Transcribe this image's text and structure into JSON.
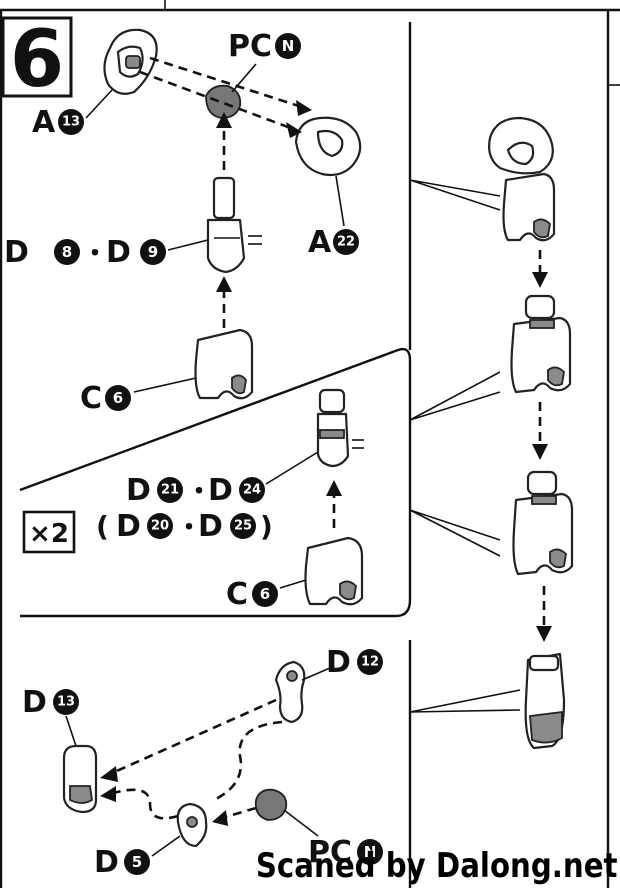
{
  "step": {
    "number": "6"
  },
  "multiplier": "×2",
  "labels": {
    "a13": {
      "prefix": "A",
      "num": "13"
    },
    "pcN_top": {
      "prefix": "PC",
      "num": "N"
    },
    "a22": {
      "prefix": "A",
      "num": "22"
    },
    "d8": {
      "prefix": "D",
      "num": "8"
    },
    "d9": {
      "prefix": "D",
      "num": "9"
    },
    "c6_top": {
      "prefix": "C",
      "num": "6"
    },
    "d21": {
      "prefix": "D",
      "num": "21"
    },
    "d24": {
      "prefix": "D",
      "num": "24"
    },
    "d20": {
      "prefix": "D",
      "num": "20"
    },
    "d25": {
      "prefix": "D",
      "num": "25"
    },
    "c6_bottom": {
      "prefix": "C",
      "num": "6"
    },
    "d12": {
      "prefix": "D",
      "num": "12"
    },
    "d13": {
      "prefix": "D",
      "num": "13"
    },
    "d5": {
      "prefix": "D",
      "num": "5"
    },
    "pcN_bottom": {
      "prefix": "PC",
      "num": "N"
    }
  },
  "separators": {
    "dot": "・",
    "open_paren": "(",
    "close_paren": ")"
  },
  "footer": {
    "credit": "Scaned by Dalong.net"
  }
}
